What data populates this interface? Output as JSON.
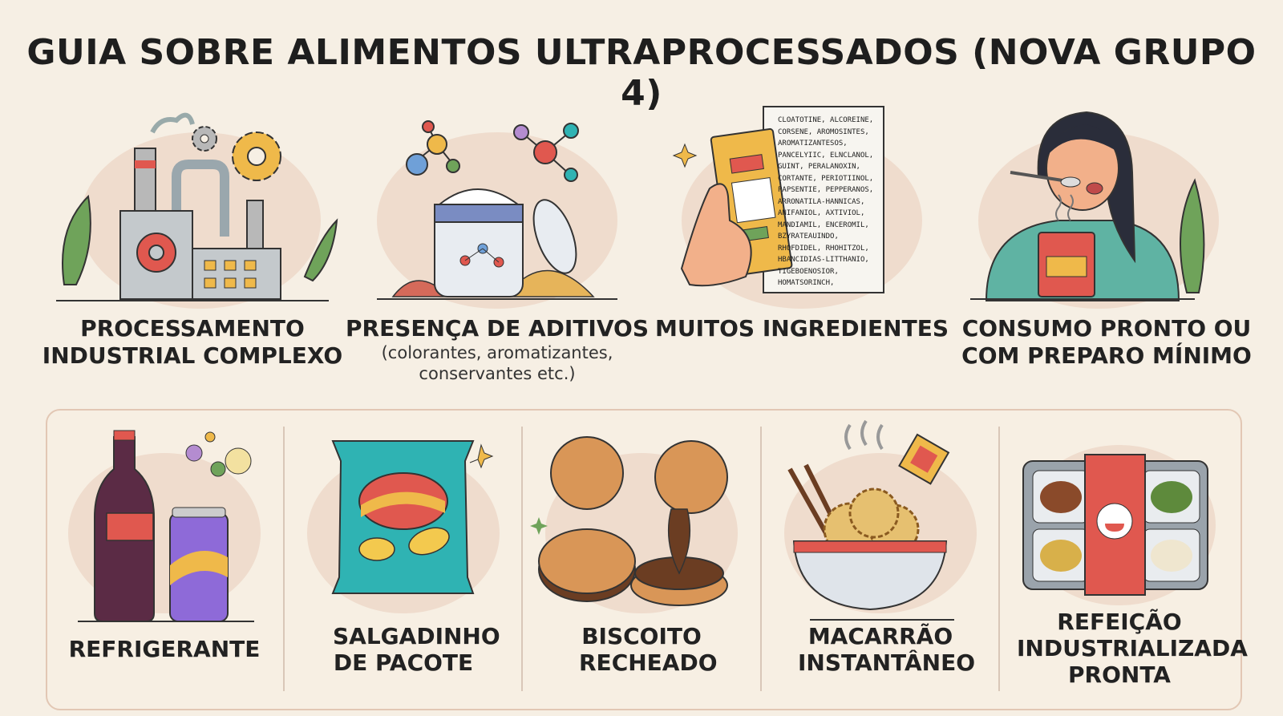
{
  "title": "GUIA SOBRE ALIMENTOS ULTRAPROCESSADOS (NOVA GRUPO 4)",
  "characteristics": [
    {
      "icon": "factory-icon",
      "label": "PROCESSAMENTO INDUSTRIAL COMPLEXO",
      "sub": ""
    },
    {
      "icon": "additives-jar-icon",
      "label": "PRESENÇA DE ADITIVOS",
      "sub": "(colorantes, aromatizantes, conservantes etc.)"
    },
    {
      "icon": "ingredient-list-icon",
      "label": "MUITOS INGREDIENTES",
      "sub": ""
    },
    {
      "icon": "person-eating-icon",
      "label": "CONSUMO PRONTO OU COM PREPARO MÍNIMO",
      "sub": ""
    }
  ],
  "ingredient_list": [
    "CLOATOTINE, ALCOREINE,",
    "CORSENE, AROMOSINTES,",
    "AROMATIZANTESOS,",
    "PANCELYIIC, ELNCLANOL,",
    "GUINT, PERALANOXIN,",
    "CORTANTE, PERIOTIINOL,",
    "PAPSENTIE, PEPPERANOS,",
    "ARRONATILA-HANNICAS,",
    "ANIFANIOL, AXTIVIOL,",
    "MANDIAMIL, ENCEROMIL,",
    "BZYRATEAUINDO,",
    "RHOFDIDEL, RHOHITZOL,",
    "HBANCIDIAS-LITTHANIO,",
    "TIGEBOENOSIOR,",
    "HOMATSORINCH,"
  ],
  "examples": [
    {
      "icon": "soda-icon",
      "label": "REFRIGERANTE"
    },
    {
      "icon": "chips-bag-icon",
      "label": "SALGADINHO DE PACOTE"
    },
    {
      "icon": "cookie-icon",
      "label": "BISCOITO RECHEADO"
    },
    {
      "icon": "noodles-icon",
      "label": "MACARRÃO INSTANTÂNEO"
    },
    {
      "icon": "ready-meal-icon",
      "label": "REFEIÇÃO INDUSTRIALIZADA PRONTA"
    }
  ],
  "colors": {
    "background": "#f6efe4",
    "accent_red": "#e0584f",
    "accent_yellow": "#efb94a",
    "accent_teal": "#2fb3b3",
    "leaf_green": "#6fa35a"
  }
}
